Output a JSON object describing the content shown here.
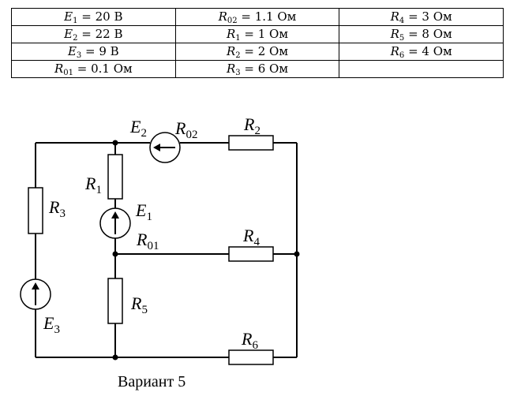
{
  "table": {
    "rows": [
      [
        {
          "sym": "E",
          "sub": "1",
          "val": " = 20 В"
        },
        {
          "sym": "R",
          "sub": "02",
          "val": " = 1.1 Ом"
        },
        {
          "sym": "R",
          "sub": "4",
          "val": " = 3 Ом"
        }
      ],
      [
        {
          "sym": "E",
          "sub": "2",
          "val": " = 22 В"
        },
        {
          "sym": "R",
          "sub": "1",
          "val": " = 1 Ом"
        },
        {
          "sym": "R",
          "sub": "5",
          "val": " = 8 Ом"
        }
      ],
      [
        {
          "sym": "E",
          "sub": "3",
          "val": " = 9 В"
        },
        {
          "sym": "R",
          "sub": "2",
          "val": " = 2 Ом"
        },
        {
          "sym": "R",
          "sub": "6",
          "val": " = 4 Ом"
        }
      ],
      [
        {
          "sym": "R",
          "sub": "01",
          "val": " = 0.1 Ом"
        },
        {
          "sym": "R",
          "sub": "3",
          "val": " = 6 Ом"
        },
        {
          "sym": "",
          "sub": "",
          "val": ""
        }
      ]
    ]
  },
  "diagram": {
    "labels": {
      "E1": {
        "main": "E",
        "sub": "1"
      },
      "E2": {
        "main": "E",
        "sub": "2"
      },
      "E3": {
        "main": "E",
        "sub": "3"
      },
      "R01": {
        "main": "R",
        "sub": "01"
      },
      "R02": {
        "main": "R",
        "sub": "02"
      },
      "R1": {
        "main": "R",
        "sub": "1"
      },
      "R2": {
        "main": "R",
        "sub": "2"
      },
      "R3": {
        "main": "R",
        "sub": "3"
      },
      "R4": {
        "main": "R",
        "sub": "4"
      },
      "R5": {
        "main": "R",
        "sub": "5"
      },
      "R6": {
        "main": "R",
        "sub": "6"
      }
    },
    "caption": "Вариант 5"
  }
}
